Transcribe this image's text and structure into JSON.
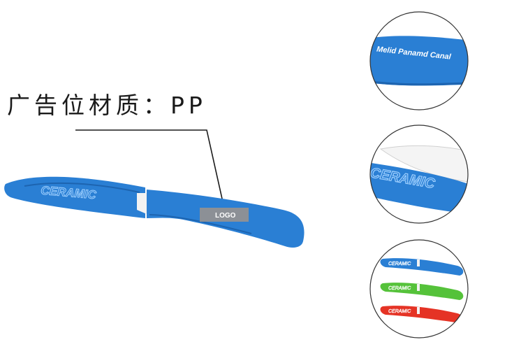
{
  "heading": "广告位材质：PP",
  "logo_text": "LOGO",
  "sheath_text": "CERAMIC",
  "zoom_print_text": "Melid Panamd Canal",
  "variants": [
    {
      "color": "#2a7fd4",
      "name": "blue"
    },
    {
      "color": "#55c23a",
      "name": "green"
    },
    {
      "color": "#e53325",
      "name": "red"
    }
  ],
  "colors": {
    "knife_blue": "#2a7fd4",
    "knife_blue_dark": "#1d64b0",
    "logo_plate": "#8c9096",
    "line": "#1a1a1a"
  }
}
